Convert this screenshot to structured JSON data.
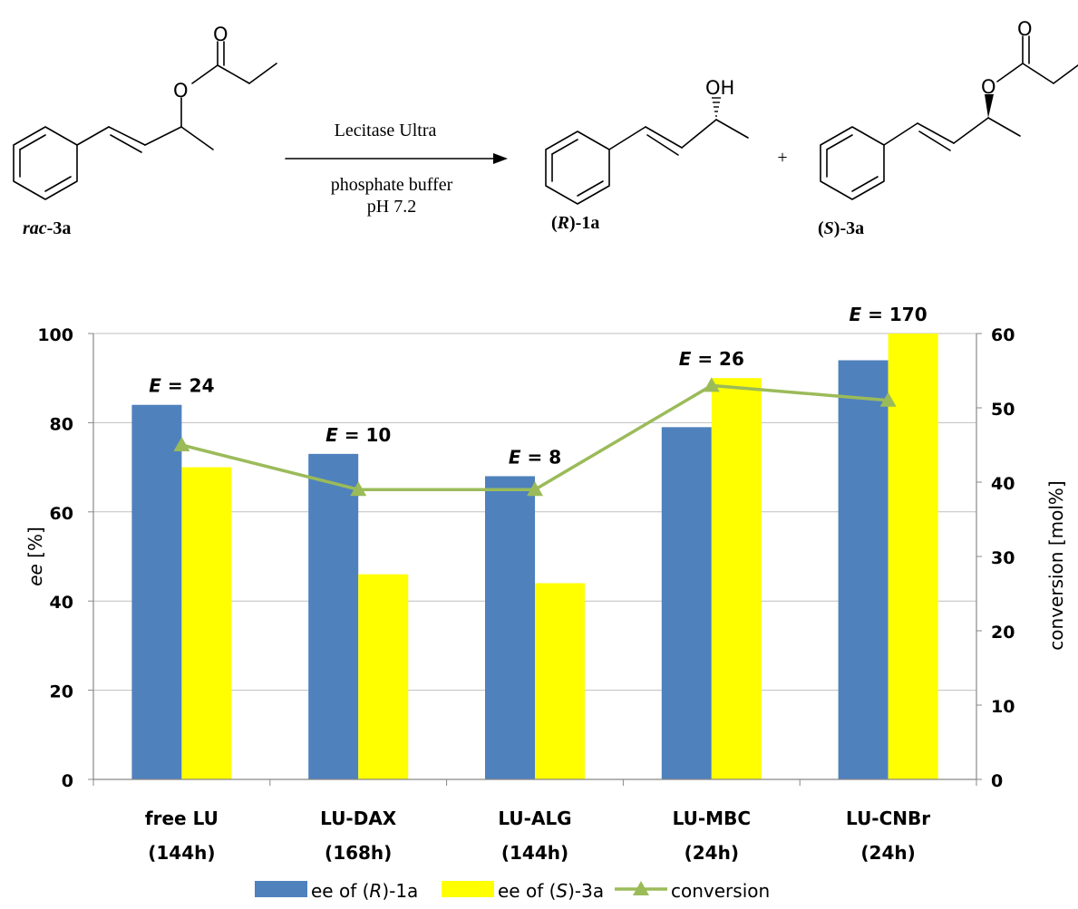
{
  "scheme": {
    "reagent_top": "Lecitase Ultra",
    "reagent_bottom_1": "phosphate buffer",
    "reagent_bottom_2": "pH 7.2",
    "plus": "+",
    "substrate": {
      "prefix": "rac",
      "suffix": "-3a"
    },
    "product_1": {
      "open": "(",
      "config": "R",
      "close": ")-1a"
    },
    "product_2": {
      "open": "(",
      "config": "S",
      "close": ")-3a"
    },
    "atoms": {
      "oxygen": "O",
      "hydroxyl": "OH"
    }
  },
  "chart_data": {
    "type": "bar",
    "categories": [
      "free LU",
      "LU-DAX",
      "LU-ALG",
      "LU-MBC",
      "LU-CNBr"
    ],
    "category_times": [
      "(144h)",
      "(168h)",
      "(144h)",
      "(24h)",
      "(24h)"
    ],
    "series": [
      {
        "name": "ee of (R)-1a",
        "name_parts": [
          "ee of (",
          "R",
          ")-1a"
        ],
        "axis": "left",
        "type": "bar",
        "color": "#4F81BD",
        "values": [
          84,
          73,
          68,
          79,
          94
        ]
      },
      {
        "name": "ee of (S)-3a",
        "name_parts": [
          "ee of (",
          "S",
          ")-3a"
        ],
        "axis": "left",
        "type": "bar",
        "color": "#FFFF00",
        "values": [
          70,
          46,
          44,
          90,
          100
        ]
      },
      {
        "name": "conversion",
        "axis": "right",
        "type": "line",
        "color": "#9BBB59",
        "values": [
          45,
          39,
          39,
          53,
          51
        ]
      }
    ],
    "annotations": [
      "E = 24",
      "E = 10",
      "E = 8",
      "E = 26",
      "E = 170"
    ],
    "annotation_parts": [
      [
        "E",
        " = 24"
      ],
      [
        "E",
        " = 10"
      ],
      [
        "E",
        " = 8"
      ],
      [
        "E",
        " = 26"
      ],
      [
        "E",
        " = 170"
      ]
    ],
    "ylabel_left": "ee [%]",
    "ylabel_left_parts": [
      "ee",
      " [%]"
    ],
    "ylabel_right": "conversion [mol%]",
    "ylim_left": [
      0,
      100
    ],
    "ylim_right": [
      0,
      60
    ],
    "yticks_left": [
      "0",
      "20",
      "40",
      "60",
      "80",
      "100"
    ],
    "yticks_right": [
      "0",
      "10",
      "20",
      "30",
      "40",
      "50",
      "60"
    ],
    "grid": true,
    "legend_position": "bottom"
  }
}
